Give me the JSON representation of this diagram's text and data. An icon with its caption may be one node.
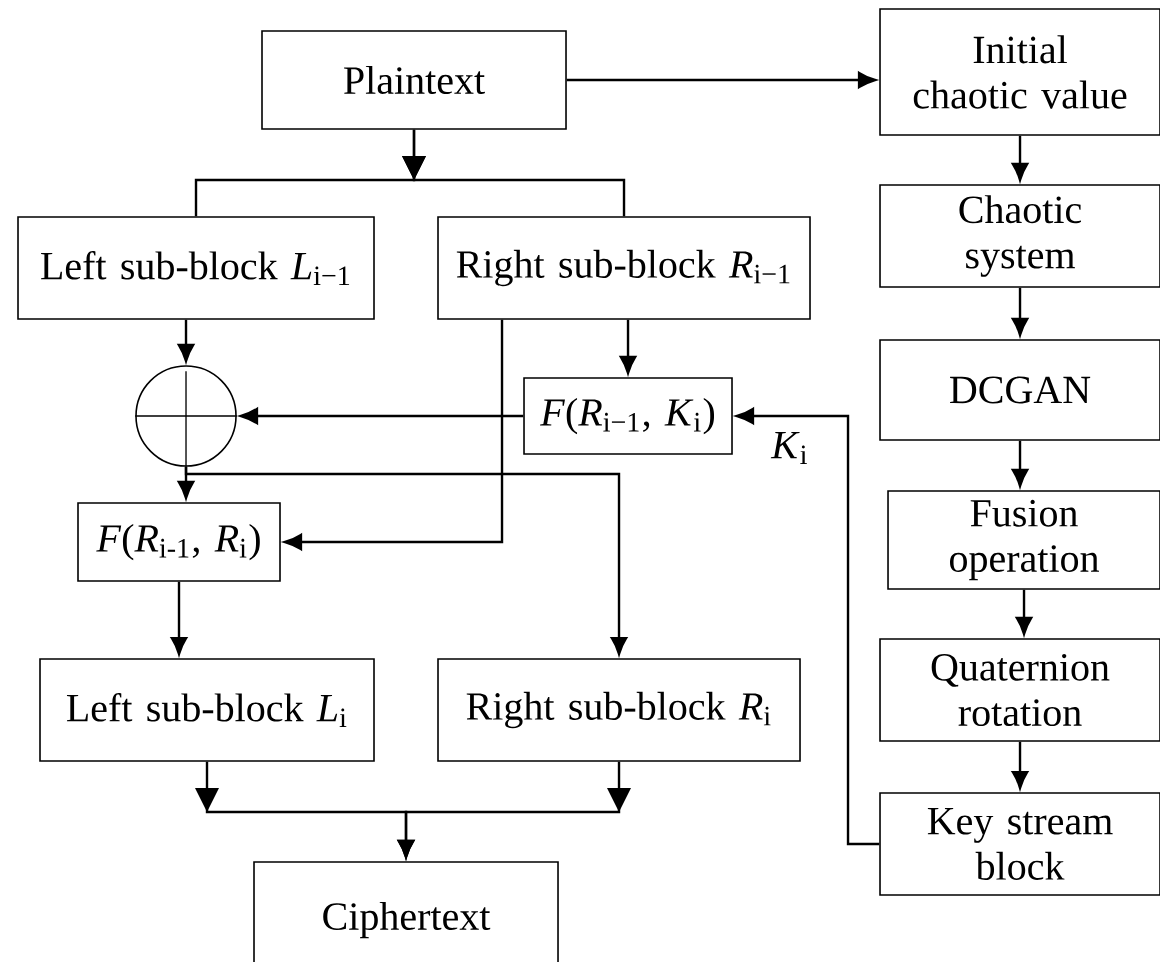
{
  "diagram": {
    "nodes": [
      {
        "text": [
          "Plaintext"
        ]
      },
      {
        "text": [
          "Left sub-block *L*$_{i−1}$"
        ]
      },
      {
        "text": [
          "Right sub-block *R*$_{i−1}$"
        ]
      },
      {
        "text": [],
        "shape": "circle"
      },
      {
        "text": [
          "*F*(*R*$_{i−1}$, *K*$_{i}$)"
        ]
      },
      {
        "text": [
          "*F*(*R*$_{i-1}$, *R*$_{i}$)"
        ]
      },
      {
        "text": [
          "Left sub-block *L*$_{i}$"
        ]
      },
      {
        "text": [
          "Right sub-block *R*$_{i}$"
        ]
      },
      {
        "text": [
          "Ciphertext"
        ]
      },
      {
        "text": [
          "Initial chaotic value"
        ]
      },
      {
        "text": [
          "Chaotic system"
        ]
      },
      {
        "text": [
          "DCGAN"
        ]
      },
      {
        "text": [
          "Fusion operation"
        ]
      },
      {
        "text": [
          "Quaternion rotation"
        ]
      },
      {
        "text": [
          "Key stream block"
        ]
      }
    ],
    "edges": [
      {
        "from": 0,
        "to": 1,
        "arrow": "to"
      },
      {
        "from": 0,
        "to": 2,
        "arrow": "to"
      },
      {
        "from": 0,
        "to": 9,
        "arrow": "to"
      },
      {
        "from": 1,
        "to": 3,
        "arrow": "to"
      },
      {
        "from": 2,
        "to": 4,
        "arrow": "to"
      },
      {
        "from": 4,
        "to": 3,
        "arrow": "to"
      },
      {
        "from": 2,
        "to": 5,
        "arrow": "to"
      },
      {
        "from": 3,
        "to": 5,
        "arrow": "to"
      },
      {
        "from": 3,
        "to": 7,
        "arrow": "to"
      },
      {
        "from": 5,
        "to": 6,
        "arrow": "to"
      },
      {
        "from": 6,
        "to": 8,
        "arrow": "to"
      },
      {
        "from": 7,
        "to": 8,
        "arrow": "to"
      },
      {
        "from": 9,
        "to": 10,
        "arrow": "to"
      },
      {
        "from": 10,
        "to": 11,
        "arrow": "to"
      },
      {
        "from": 11,
        "to": 12,
        "arrow": "to"
      },
      {
        "from": 12,
        "to": 13,
        "arrow": "to"
      },
      {
        "from": 13,
        "to": 14,
        "arrow": "to"
      },
      {
        "from": 14,
        "to": 4,
        "arrow": "to",
        "label": "*K*$_{i}$"
      }
    ]
  }
}
